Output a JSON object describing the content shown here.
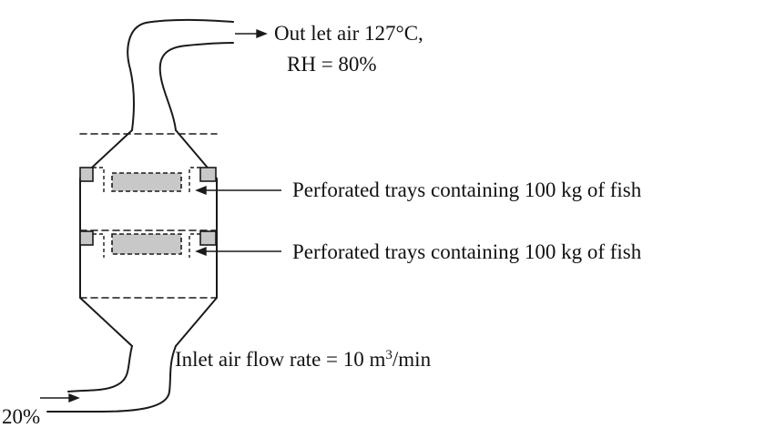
{
  "outlet": {
    "line1": "Out let air 127°C,",
    "line2": "RH = 80%"
  },
  "trays": [
    {
      "label": "Perforated trays containing 100 kg of fish"
    },
    {
      "label": "Perforated trays containing 100 kg of fish"
    }
  ],
  "inlet": {
    "label_prefix": "Inlet air flow rate = 10 m",
    "label_exponent": "3",
    "label_suffix": "/min",
    "partial_label": "20%"
  },
  "colors": {
    "line": "#1a1a1a",
    "tray_fill": "#c8c8c8"
  }
}
